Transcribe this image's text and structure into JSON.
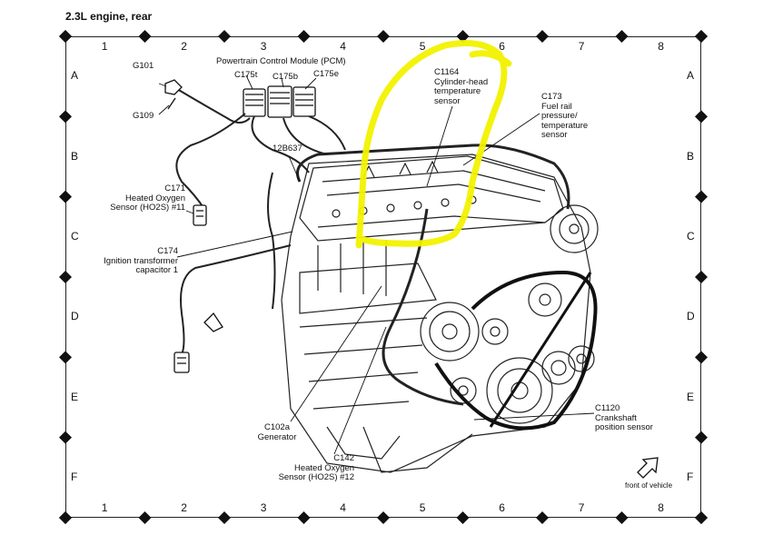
{
  "title": "2.3L  engine,  rear",
  "grid": {
    "columns": [
      "1",
      "2",
      "3",
      "4",
      "5",
      "6",
      "7",
      "8"
    ],
    "rows": [
      "A",
      "B",
      "C",
      "D",
      "E",
      "F"
    ]
  },
  "callouts": {
    "pcm": "Powertrain Control Module (PCM)",
    "g101": "G101",
    "g109": "G109",
    "c175t": "C175t",
    "c175b": "C175b",
    "c175e": "C175e",
    "c1164_id": "C1164",
    "c1164_l1": "Cylinder-head",
    "c1164_l2": "temperature",
    "c1164_l3": "sensor",
    "c173_id": "C173",
    "c173_l1": "Fuel rail",
    "c173_l2": "pressure/",
    "c173_l3": "temperature",
    "c173_l4": "sensor",
    "b12b637": "12B637",
    "c171_id": "C171",
    "c171_l1": "Heated Oxygen",
    "c171_l2": "Sensor (HO2S) #11",
    "c174_id": "C174",
    "c174_l1": "Ignition transformer",
    "c174_l2": "capacitor 1",
    "c1120_id": "C1120",
    "c1120_l1": "Crankshaft",
    "c1120_l2": "position sensor",
    "c102a_id": "C102a",
    "c102a_l1": "Generator",
    "c142_id": "C142",
    "c142_l1": "Heated Oxygen",
    "c142_l2": "Sensor (HO2S) #12",
    "front": "front of vehicle"
  },
  "colors": {
    "highlight": "#f2f200",
    "ink": "#111111"
  }
}
